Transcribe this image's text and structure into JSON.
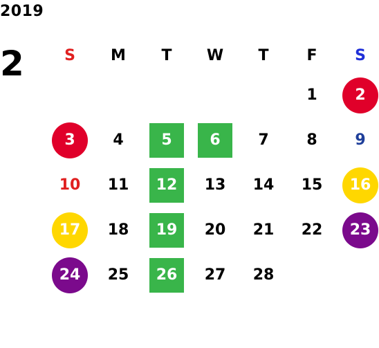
{
  "year": "2019",
  "month": "2",
  "weekdays": [
    "S",
    "M",
    "T",
    "W",
    "T",
    "F",
    "S"
  ],
  "weeks": [
    [
      "",
      "",
      "",
      "",
      "",
      "1",
      "2"
    ],
    [
      "3",
      "4",
      "5",
      "6",
      "7",
      "8",
      "9"
    ],
    [
      "10",
      "11",
      "12",
      "13",
      "14",
      "15",
      "16"
    ],
    [
      "17",
      "18",
      "19",
      "20",
      "21",
      "22",
      "23"
    ],
    [
      "24",
      "25",
      "26",
      "27",
      "28",
      "",
      ""
    ]
  ],
  "colors": {
    "red": "#e0002a",
    "yellow": "#ffd700",
    "purple": "#7b0a8c",
    "green": "#39b54a",
    "sunday_text": "#e02020",
    "saturday_text": "#1f3f9a",
    "saturday_header": "#1f2fd8"
  }
}
